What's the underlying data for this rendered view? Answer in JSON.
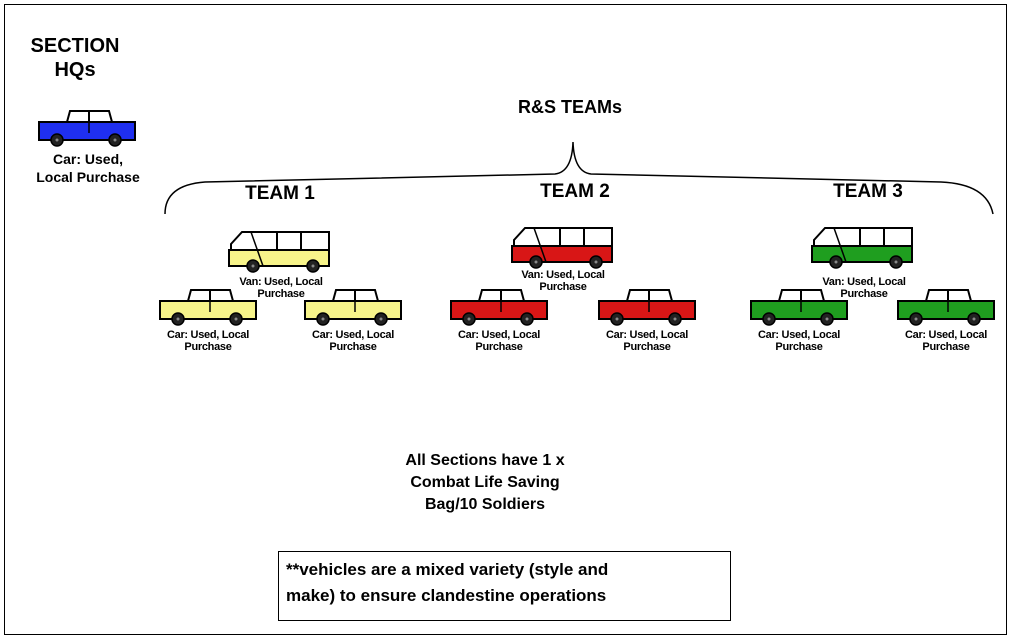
{
  "section_hq": {
    "title": "SECTION HQs",
    "vehicle_label_line1": "Car: Used,",
    "vehicle_label_line2": "Local Purchase",
    "color": "#1f2ff0"
  },
  "rs_title": "R&S TEAMs",
  "teams": [
    {
      "name": "TEAM 1",
      "color": "#f7f48a",
      "van_label_line1": "Van: Used, Local",
      "van_label_line2": "Purchase",
      "car_labels_line1": [
        "Car: Used, Local",
        "Car: Used, Local"
      ],
      "car_labels_line2": [
        "Purchase",
        "Purchase"
      ]
    },
    {
      "name": "TEAM 2",
      "color": "#d81616",
      "van_label_line1": "Van: Used, Local",
      "van_label_line2": "Purchase",
      "car_labels_line1": [
        "Car: Used, Local",
        "Car: Used, Local"
      ],
      "car_labels_line2": [
        "Purchase",
        "Purchase"
      ]
    },
    {
      "name": "TEAM 3",
      "color": "#1f9e1f",
      "van_label_line1": "Van: Used, Local",
      "van_label_line2": "Purchase",
      "car_labels_line1": [
        "Car: Used, Local",
        "Car: Used, Local"
      ],
      "car_labels_line2": [
        "Purchase",
        "Purchase"
      ]
    }
  ],
  "all_sections": {
    "line1": "All Sections have 1 x",
    "line2": "Combat Life Saving",
    "line3": "Bag/10 Soldiers"
  },
  "note": {
    "line1": "**vehicles are a mixed variety (style and",
    "line2": "make) to ensure clandestine operations"
  }
}
